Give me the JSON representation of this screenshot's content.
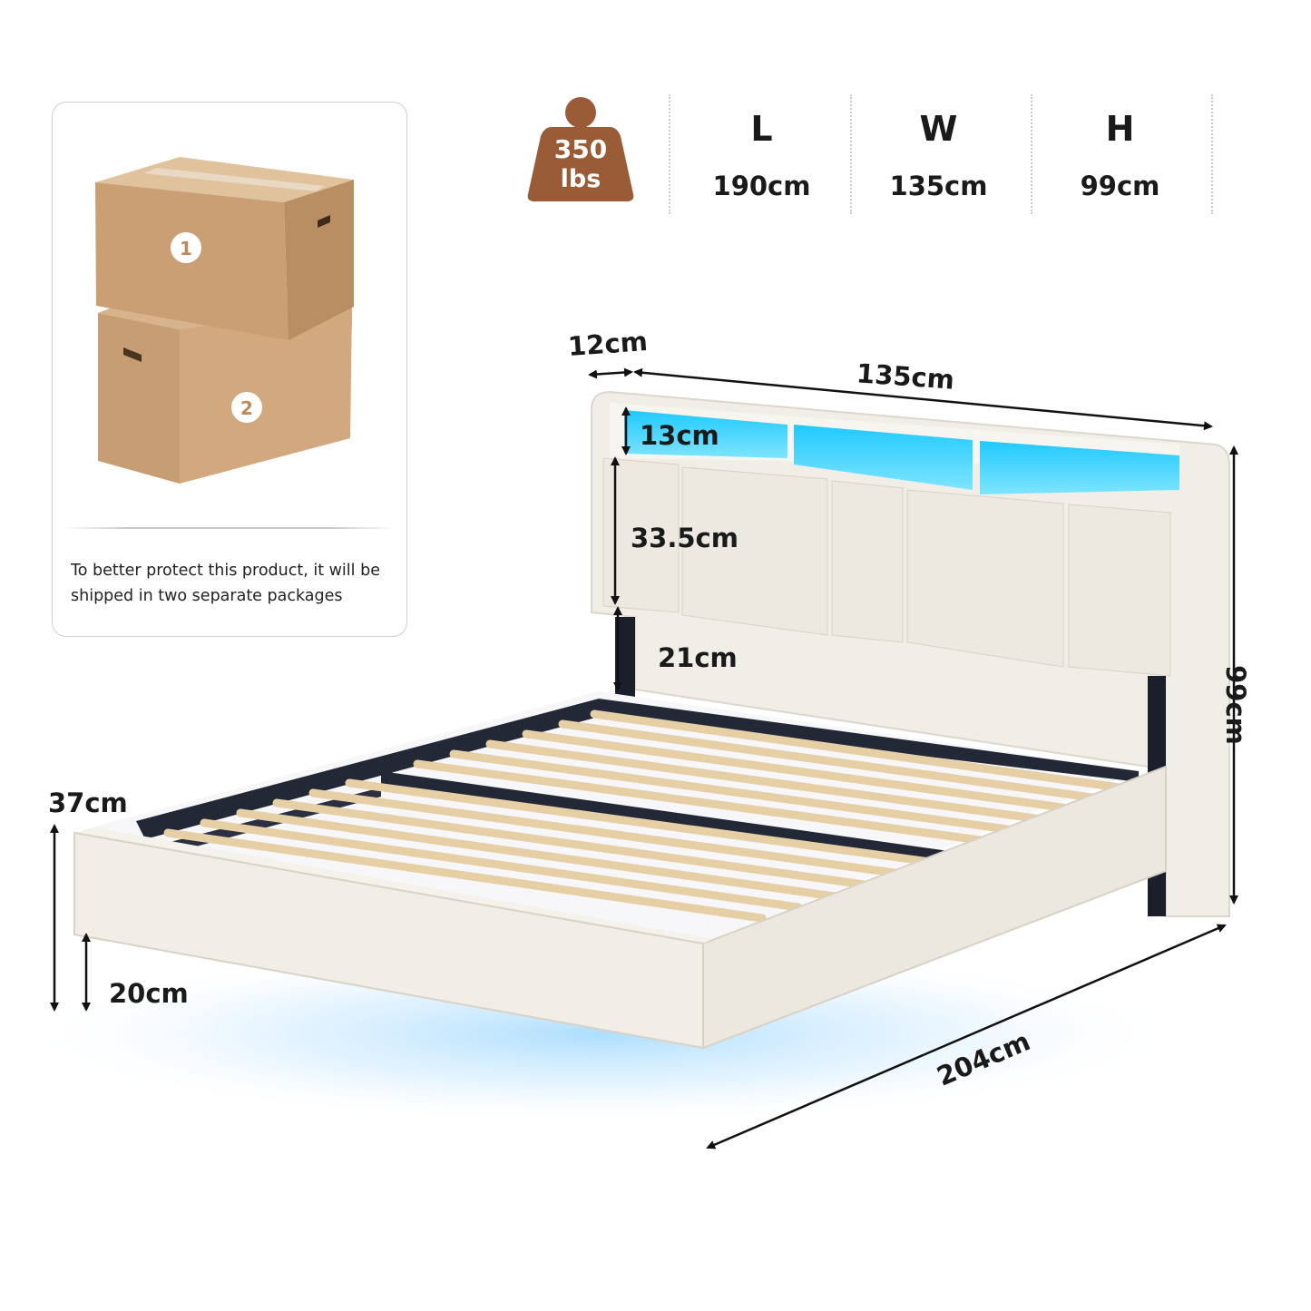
{
  "package_card": {
    "box_1_label": "1",
    "box_2_label": "2",
    "note": "To better protect this product, it will be shipped in two separate packages"
  },
  "specs": {
    "weight_value": "350",
    "weight_unit": "lbs",
    "length_letter": "L",
    "length_value": "190cm",
    "width_letter": "W",
    "width_value": "135cm",
    "height_letter": "H",
    "height_value": "99cm"
  },
  "dimensions": {
    "headboard_thickness": "12cm",
    "headboard_width": "135cm",
    "shelf_height": "13cm",
    "panel_height": "33.5cm",
    "headboard_clearance": "21cm",
    "total_height": "99cm",
    "frame_height": "37cm",
    "floor_clearance": "20cm",
    "total_length": "204cm"
  },
  "colors": {
    "weight_badge": "#9a5b37",
    "box_cardboard": "#cfa57a",
    "led_glow": "#3fd0ff",
    "upholstery": "#f1eee7"
  }
}
